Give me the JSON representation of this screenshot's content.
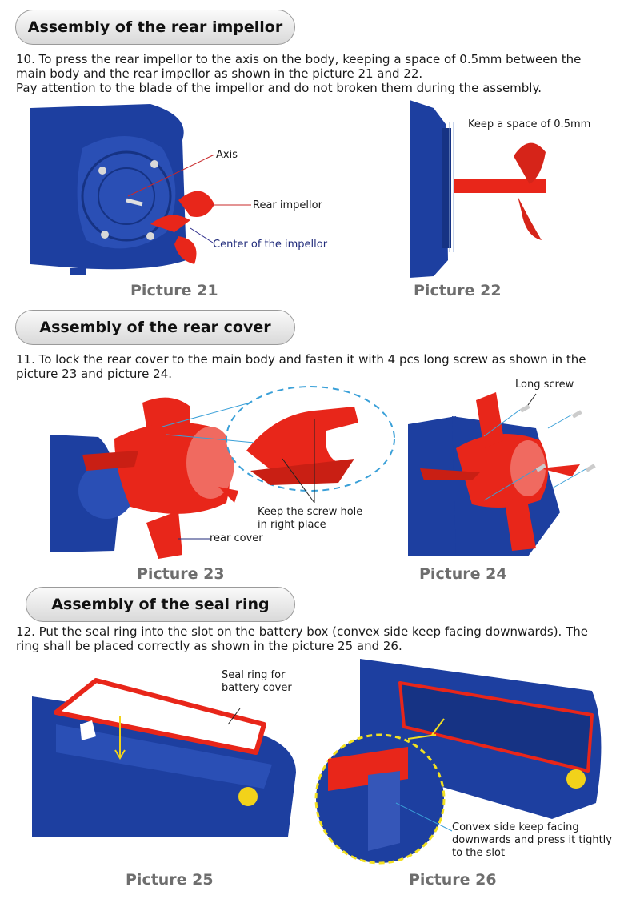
{
  "sections": [
    {
      "heading": "Assembly of the rear impellor",
      "paragraph": [
        "10. To press the rear impellor to the axis on the body, keeping a space of 0.5mm between the",
        "main body and the rear impellor as shown in the picture 21 and 22.",
        "Pay attention to the blade of the impellor and do not broken them during the assembly."
      ],
      "pictures": [
        {
          "caption": "Picture 21",
          "labels": [
            "Axis",
            "Rear impellor",
            "Center of the impellor"
          ]
        },
        {
          "caption": "Picture 22",
          "labels": [
            "Keep a space of 0.5mm"
          ]
        }
      ]
    },
    {
      "heading": "Assembly of the rear cover",
      "paragraph": [
        "11. To lock the rear cover to the main body and fasten it with 4 pcs long screw as shown in the",
        "picture 23 and picture 24."
      ],
      "pictures": [
        {
          "caption": "Picture 23",
          "labels": [
            "Keep the screw hole",
            "in right place",
            "rear cover"
          ]
        },
        {
          "caption": "Picture 24",
          "labels": [
            "Long screw"
          ]
        }
      ]
    },
    {
      "heading": "Assembly of the seal ring",
      "paragraph": [
        "12. Put the seal ring into the slot on the battery box (convex side keep facing downwards). The",
        "ring shall be placed correctly as shown in the picture 25 and 26."
      ],
      "pictures": [
        {
          "caption": "Picture 25",
          "labels": [
            "Seal ring for",
            "battery cover"
          ]
        },
        {
          "caption": "Picture 26",
          "labels": [
            "Convex side keep facing",
            "downwards and press it tightly",
            "to the slot"
          ]
        }
      ]
    }
  ],
  "colors": {
    "body_blue": "#1d3fa0",
    "part_red": "#e8261a",
    "leader_blue": "#2a78c8",
    "caption_gray": "#6e6e6e"
  }
}
